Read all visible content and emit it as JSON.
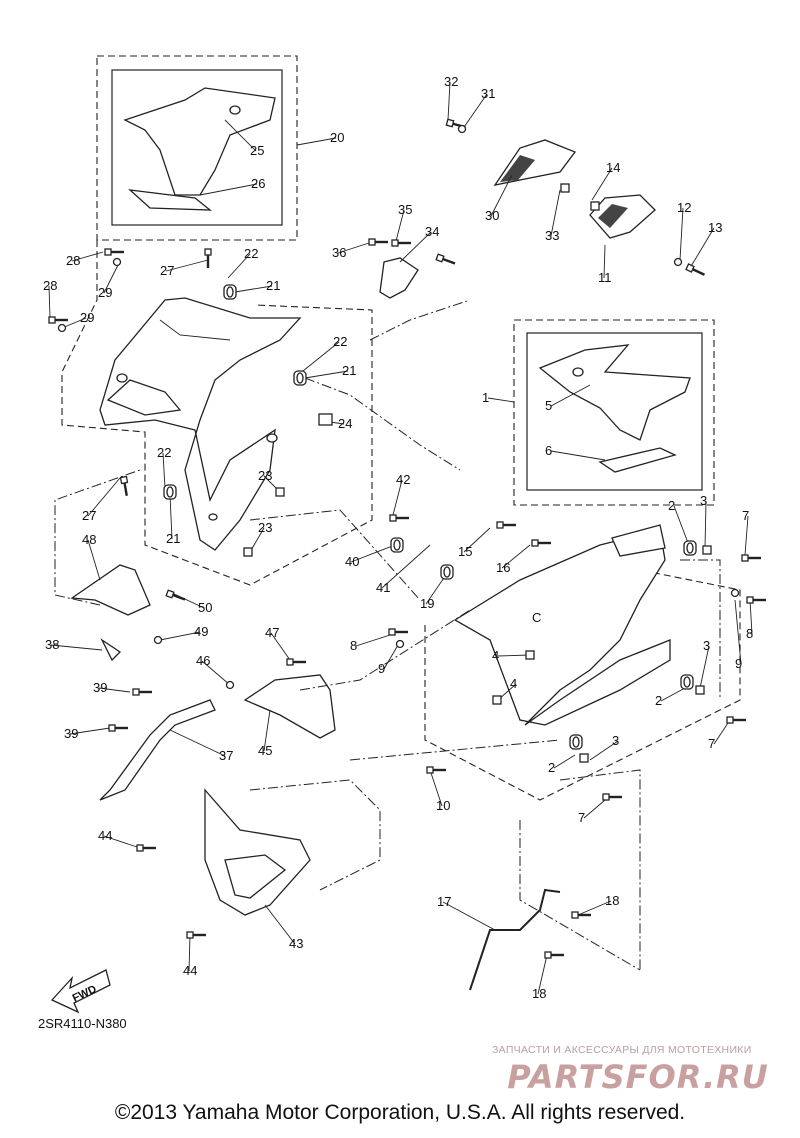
{
  "diagram_code": "2SR4110-N380",
  "copyright": "©2013 Yamaha Motor Corporation, U.S.A. All rights reserved.",
  "fwd_label": "FWD",
  "watermark": {
    "caption": "ЗАПЧАСТИ И АКСЕССУАРЫ ДЛЯ МОТОТЕХНИКИ",
    "logo_text": "PARTSFOR.RU"
  },
  "callouts": [
    "1",
    "2",
    "3",
    "4",
    "5",
    "6",
    "7",
    "8",
    "9",
    "10",
    "11",
    "12",
    "13",
    "14",
    "15",
    "16",
    "17",
    "18",
    "19",
    "20",
    "21",
    "22",
    "23",
    "24",
    "25",
    "26",
    "27",
    "28",
    "29",
    "30",
    "31",
    "32",
    "33",
    "34",
    "35",
    "36",
    "37",
    "38",
    "39",
    "40",
    "41",
    "42",
    "43",
    "44",
    "45",
    "46",
    "47",
    "48",
    "49",
    "50"
  ],
  "colors": {
    "ink": "#222222",
    "watermark_logo": "#c9a0a0",
    "watermark_caption": "#b9a0a0"
  }
}
